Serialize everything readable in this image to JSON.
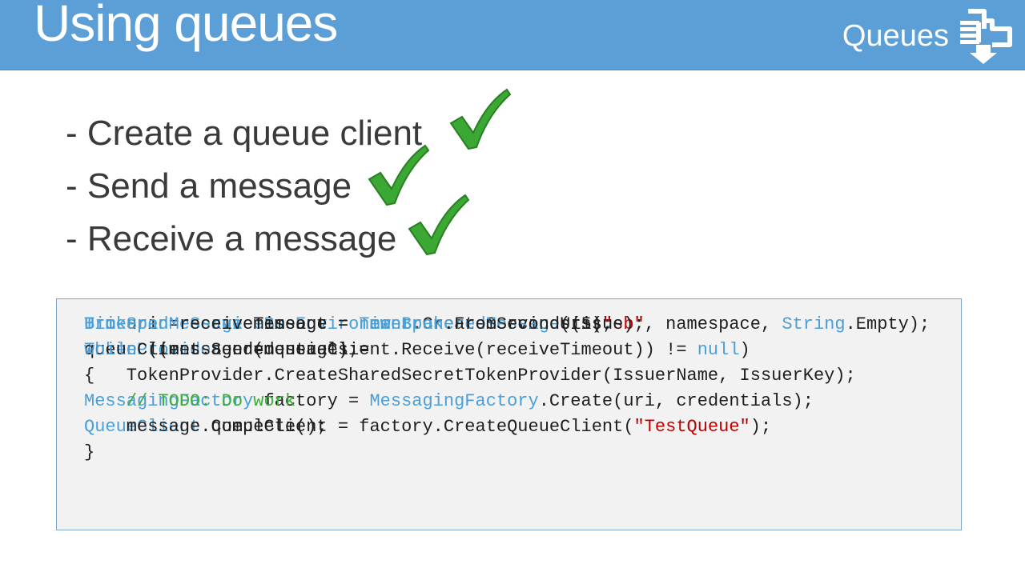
{
  "slide": {
    "title": "Using queues",
    "section_label": "Queues",
    "section_icon": "queue-download-icon",
    "accent_color": "#5b9fd6"
  },
  "bullets": [
    {
      "text": "- Create a queue client",
      "checked": true
    },
    {
      "text": "- Send a message",
      "checked": true
    },
    {
      "text": "- Receive a message",
      "checked": true
    }
  ],
  "check_icon": "green-checkmark-icon",
  "code_layer_1": [
    [
      {
        "t": "Uri",
        "c": "kw"
      },
      {
        "t": " uri = "
      },
      {
        "t": "ServiceBusEnvironment",
        "c": "kw"
      },
      {
        "t": ".CreateServiceUri("
      },
      {
        "t": "\"sb\"",
        "c": "str"
      },
      {
        "t": ", namespace, "
      },
      {
        "t": "String",
        "c": "kw"
      },
      {
        "t": ".Empty);"
      }
    ],
    [
      {
        "t": "TokenProvider",
        "c": "kw"
      },
      {
        "t": " credentials ="
      }
    ],
    [
      {
        "t": "    TokenProvider.CreateSharedSecretTokenProvider(IssuerName, IssuerKey);"
      }
    ],
    [
      {
        "t": "MessagingFactory",
        "c": "kw"
      },
      {
        "t": " factory = "
      },
      {
        "t": "MessagingFactory",
        "c": "kw"
      },
      {
        "t": ".Create(uri, credentials);"
      }
    ],
    [
      {
        "t": "QueueClient",
        "c": "kw"
      },
      {
        "t": " queueClient = factory.CreateQueueClient("
      },
      {
        "t": "\"TestQueue\"",
        "c": "str"
      },
      {
        "t": ");"
      }
    ]
  ],
  "code_layer_2": [
    [
      {
        "t": "BrokeredMessage",
        "c": "kw"
      },
      {
        "t": " message = "
      },
      {
        "t": "new",
        "c": "kw"
      },
      {
        "t": " "
      },
      {
        "t": "BrokeredMessage",
        "c": "kw"
      },
      {
        "t": "(issue);"
      }
    ],
    [
      {
        "t": "queueClient.Send(message);"
      }
    ]
  ],
  "code_layer_3": [
    [
      {
        "t": "TimeSpan",
        "c": "kw"
      },
      {
        "t": " receiveTimeout = "
      },
      {
        "t": "TimeSpan",
        "c": "kw"
      },
      {
        "t": ".FromSeconds(5);"
      }
    ],
    [
      {
        "t": "while",
        "c": "kw"
      },
      {
        "t": " ((message = queueClient.Receive(receiveTimeout)) != "
      },
      {
        "t": "null",
        "c": "kw"
      },
      {
        "t": ")"
      }
    ],
    [
      {
        "t": "{"
      }
    ],
    [
      {
        "t": "    "
      },
      {
        "t": "// TODO: Do work",
        "c": "cmt"
      }
    ],
    [
      {
        "t": "    message.Complete();"
      }
    ],
    [
      {
        "t": "}"
      }
    ]
  ]
}
